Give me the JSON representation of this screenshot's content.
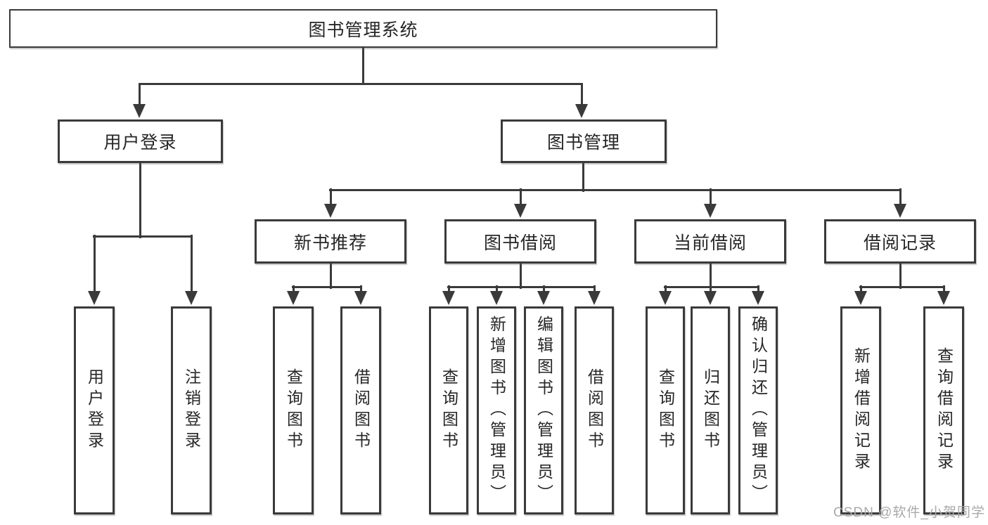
{
  "tree": {
    "root": {
      "label": "图书管理系统"
    },
    "branches": [
      {
        "label": "用户登录",
        "children": [
          {
            "label": "用户登录"
          },
          {
            "label": "注销登录"
          }
        ]
      },
      {
        "label": "图书管理",
        "groups": [
          {
            "label": "新书推荐",
            "children": [
              {
                "label": "查询图书"
              },
              {
                "label": "借阅图书"
              }
            ]
          },
          {
            "label": "图书借阅",
            "children": [
              {
                "label": "查询图书"
              },
              {
                "label": "新增图书（管理员）"
              },
              {
                "label": "编辑图书（管理员）"
              },
              {
                "label": "借阅图书"
              }
            ]
          },
          {
            "label": "当前借阅",
            "children": [
              {
                "label": "查询图书"
              },
              {
                "label": "归还图书"
              },
              {
                "label": "确认归还（管理员）"
              }
            ]
          },
          {
            "label": "借阅记录",
            "children": [
              {
                "label": "新增借阅记录"
              },
              {
                "label": "查询借阅记录"
              }
            ]
          }
        ]
      }
    ]
  },
  "watermark": {
    "text": "CSDN @软件_小贺同学"
  },
  "colors": {
    "line": "#3a3a3a",
    "text": "#262626",
    "background": "#ffffff",
    "watermark": "#a9a9a9"
  }
}
